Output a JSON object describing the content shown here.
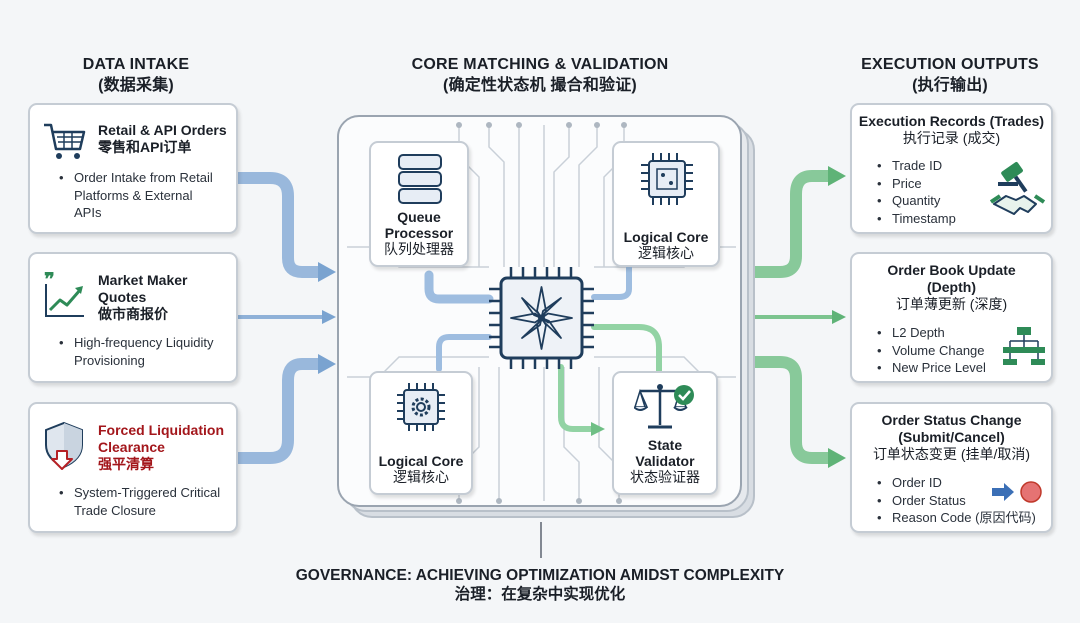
{
  "columns": {
    "intake": {
      "title_en": "DATA INTAKE",
      "title_zh": "(数据采集)"
    },
    "core": {
      "title_en": "CORE MATCHING & VALIDATION",
      "title_zh": "(确定性状态机 撮合和验证)"
    },
    "outputs": {
      "title_en": "EXECUTION OUTPUTS",
      "title_zh": "(执行输出)"
    }
  },
  "inputs": [
    {
      "title_en": "Retail & API Orders",
      "title_zh": "零售和API订单",
      "icon": "shopping-cart-icon",
      "bullets": [
        "Order Intake from Retail Platforms & External APIs"
      ]
    },
    {
      "title_en": "Market Maker Quotes",
      "title_zh": "做市商报价",
      "icon": "quote-chart-icon",
      "bullets": [
        "High-frequency Liquidity Provisioning"
      ]
    },
    {
      "title_en": "Forced Liquidation Clearance",
      "title_zh": "强平清算",
      "icon": "shield-down-arrow-icon",
      "title_color": "#a3161b",
      "bullets": [
        "System-Triggered Critical Trade Closure"
      ]
    }
  ],
  "core": {
    "queue_processor": {
      "label_en": "Queue Processor",
      "label_zh": "队列处理器",
      "icon": "database-stack-icon"
    },
    "logical_core_top": {
      "label_en": "Logical Core",
      "label_zh": "逻辑核心",
      "icon": "cpu-chip-icon"
    },
    "logical_core_bottom": {
      "label_en": "Logical Core",
      "label_zh": "逻辑核心",
      "icon": "gear-chip-icon"
    },
    "state_validator": {
      "label_en": "State Validator",
      "label_zh": "状态验证器",
      "icon": "balance-scale-check-icon"
    },
    "central": {
      "icon": "compass-star-chip-icon"
    }
  },
  "outputs": [
    {
      "title_en": "Execution Records (Trades)",
      "title_zh": "执行记录 (成交)",
      "icon": "gavel-handshake-icon",
      "bullets": [
        "Trade ID",
        "Price",
        "Quantity",
        "Timestamp"
      ]
    },
    {
      "title_en": "Order Book Update (Depth)",
      "title_zh": "订单薄更新 (深度)",
      "icon": "hierarchy-icon",
      "bullets": [
        "L2 Depth",
        "Volume Change",
        "New Price Level"
      ]
    },
    {
      "title_en": "Order Status Change (Submit/Cancel)",
      "title_zh": "订单状态变更 (挂单/取消)",
      "icon": "arrow-circle-icon",
      "bullets": [
        "Order ID",
        "Order Status",
        "Reason Code (原因代码)"
      ]
    }
  ],
  "footer": {
    "title_en": "GOVERNANCE: ACHIEVING OPTIMIZATION AMIDST COMPLEXITY",
    "title_zh": "治理：在复杂中实现优化"
  },
  "colors": {
    "blue_arrow": "#8fb1d8",
    "green_arrow": "#7cc48f",
    "card_border": "#c5ccd4",
    "accent_red": "#a3161b",
    "icon_green": "#2e8b57",
    "icon_blue": "#1f4f8f"
  }
}
